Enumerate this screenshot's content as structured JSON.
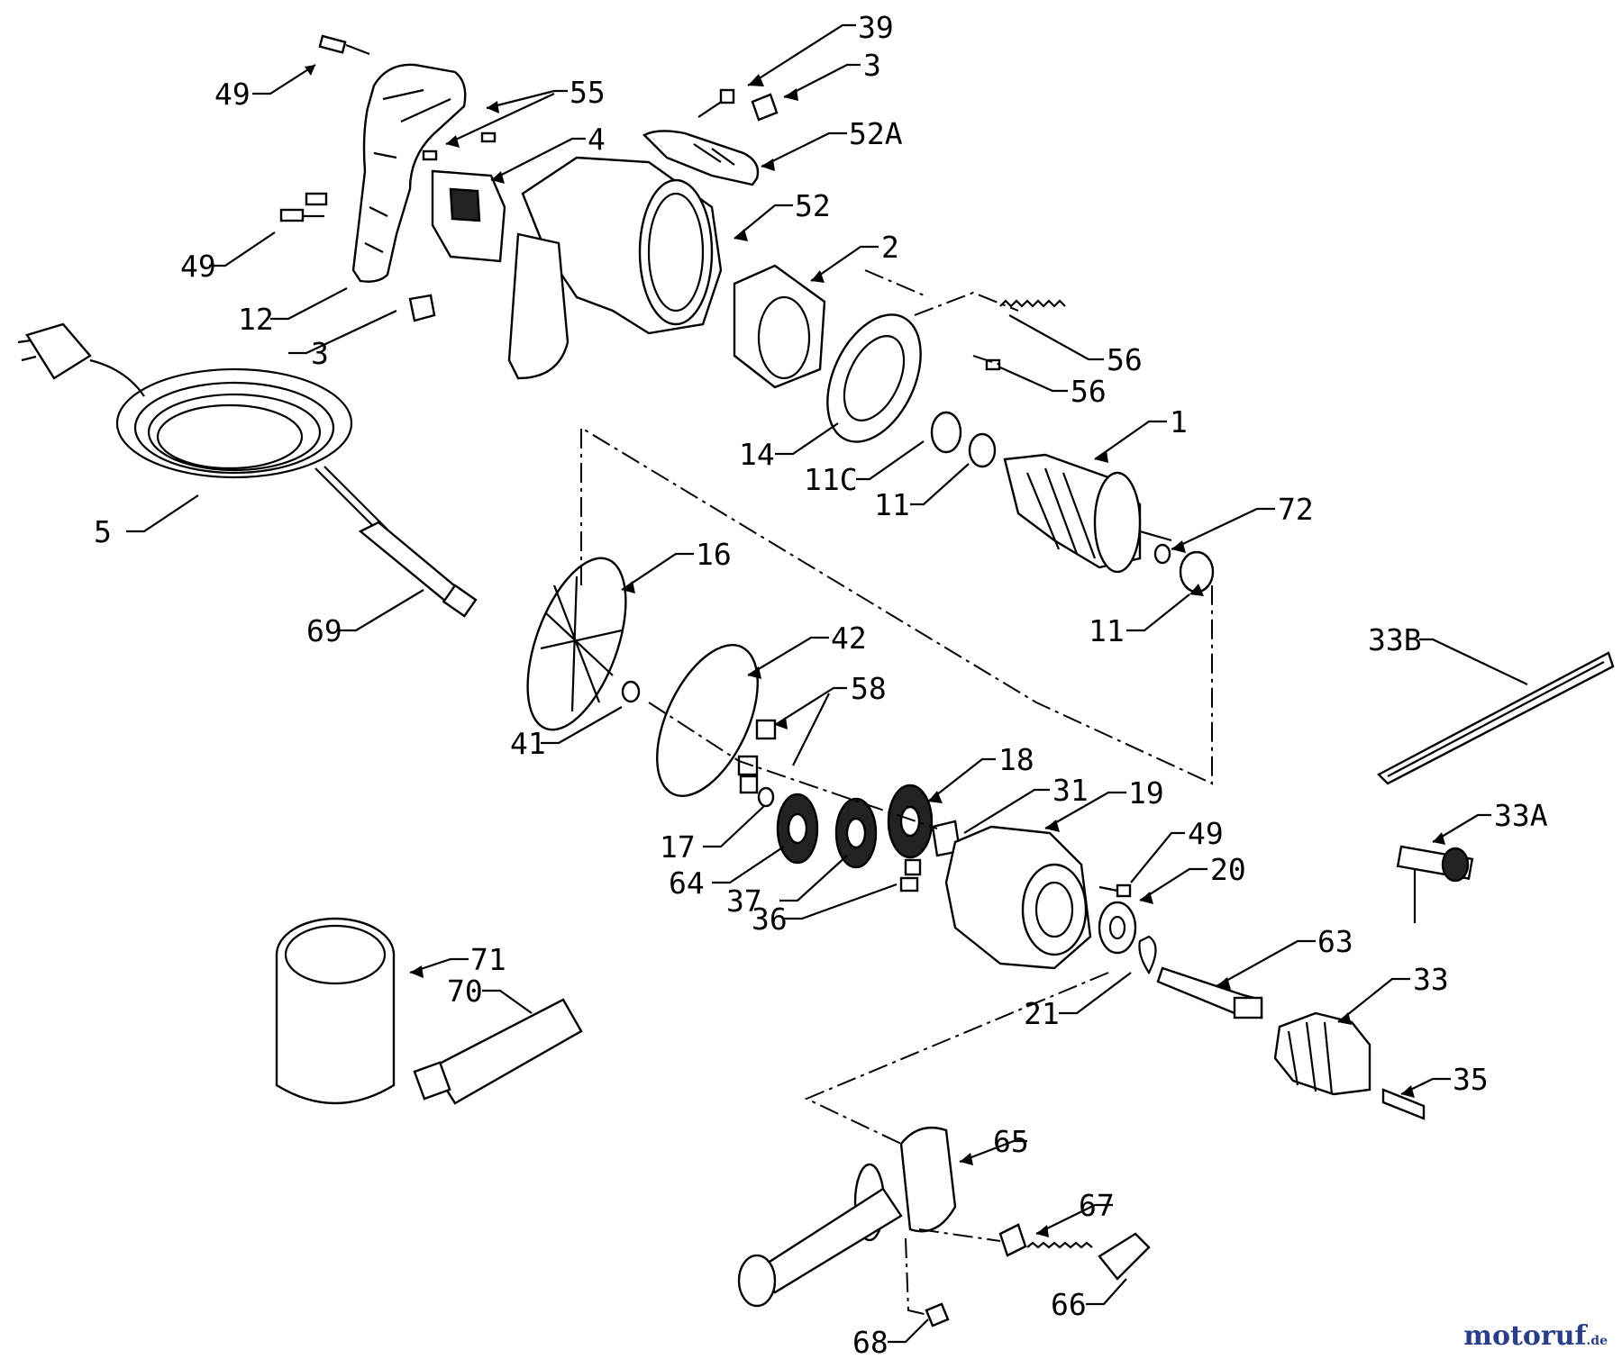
{
  "diagram": {
    "parts": [
      {
        "id": "p39",
        "label": "39"
      },
      {
        "id": "p3a",
        "label": "3"
      },
      {
        "id": "p49a",
        "label": "49"
      },
      {
        "id": "p55",
        "label": "55"
      },
      {
        "id": "p52A",
        "label": "52A"
      },
      {
        "id": "p4",
        "label": "4"
      },
      {
        "id": "p52",
        "label": "52"
      },
      {
        "id": "p49b",
        "label": "49"
      },
      {
        "id": "p2",
        "label": "2"
      },
      {
        "id": "p12",
        "label": "12"
      },
      {
        "id": "p3b",
        "label": "3"
      },
      {
        "id": "p56a",
        "label": "56"
      },
      {
        "id": "p56b",
        "label": "56"
      },
      {
        "id": "p1",
        "label": "1"
      },
      {
        "id": "p14",
        "label": "14"
      },
      {
        "id": "p11C",
        "label": "11C"
      },
      {
        "id": "p11a",
        "label": "11"
      },
      {
        "id": "p72",
        "label": "72"
      },
      {
        "id": "p5",
        "label": "5"
      },
      {
        "id": "p16",
        "label": "16"
      },
      {
        "id": "p11b",
        "label": "11"
      },
      {
        "id": "p69",
        "label": "69"
      },
      {
        "id": "p33B",
        "label": "33B"
      },
      {
        "id": "p42",
        "label": "42"
      },
      {
        "id": "p58",
        "label": "58"
      },
      {
        "id": "p41",
        "label": "41"
      },
      {
        "id": "p18",
        "label": "18"
      },
      {
        "id": "p31",
        "label": "31"
      },
      {
        "id": "p19",
        "label": "19"
      },
      {
        "id": "p33A",
        "label": "33A"
      },
      {
        "id": "p17",
        "label": "17"
      },
      {
        "id": "p49c",
        "label": "49"
      },
      {
        "id": "p64",
        "label": "64"
      },
      {
        "id": "p20",
        "label": "20"
      },
      {
        "id": "p37",
        "label": "37"
      },
      {
        "id": "p36",
        "label": "36"
      },
      {
        "id": "p71",
        "label": "71"
      },
      {
        "id": "p70",
        "label": "70"
      },
      {
        "id": "p63",
        "label": "63"
      },
      {
        "id": "p33",
        "label": "33"
      },
      {
        "id": "p21",
        "label": "21"
      },
      {
        "id": "p35",
        "label": "35"
      },
      {
        "id": "p65",
        "label": "65"
      },
      {
        "id": "p67",
        "label": "67"
      },
      {
        "id": "p66",
        "label": "66"
      },
      {
        "id": "p68",
        "label": "68"
      }
    ]
  },
  "watermark": {
    "part1": "motoruf",
    "part2": "",
    "tld": ".de"
  }
}
